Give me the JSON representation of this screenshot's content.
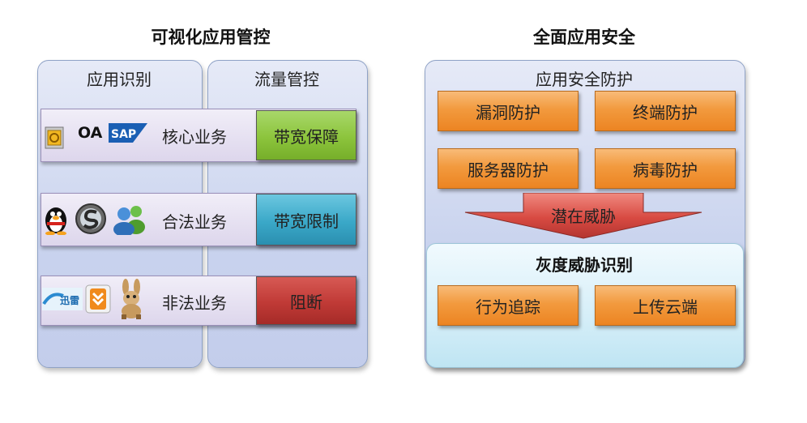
{
  "left": {
    "title": "可视化应用管控",
    "col_identify": "应用识别",
    "col_traffic": "流量管控",
    "rows": [
      {
        "label": "核心业务",
        "action": "带宽保障",
        "action_color": "#8cc43c",
        "icons": [
          "oa-app-icon",
          "sap-logo"
        ],
        "oa_text": "OA",
        "sap_text": "SAP"
      },
      {
        "label": "合法业务",
        "action": "带宽限制",
        "action_color": "#3aa8c8",
        "icons": [
          "qq-penguin-icon",
          "browser-s-icon",
          "messenger-icon"
        ]
      },
      {
        "label": "非法业务",
        "action": "阻断",
        "action_color": "#c03a36",
        "icons": [
          "xunlei-logo",
          "download-tool-icon",
          "emule-mule-icon"
        ],
        "xunlei_text": "迅雷"
      }
    ]
  },
  "right": {
    "title": "全面应用安全",
    "panel_title": "应用安全防护",
    "protections": [
      "漏洞防护",
      "终端防护",
      "服务器防护",
      "病毒防护"
    ],
    "arrow_label": "潜在威胁",
    "gray_title": "灰度威胁识别",
    "gray_items": [
      "行为追踪",
      "上传云端"
    ]
  },
  "colors": {
    "panel_bg": "#c9d3ee",
    "orange": "#f29a3e",
    "arrow": "#d84a42",
    "gray_zone": "#d5eef8"
  }
}
